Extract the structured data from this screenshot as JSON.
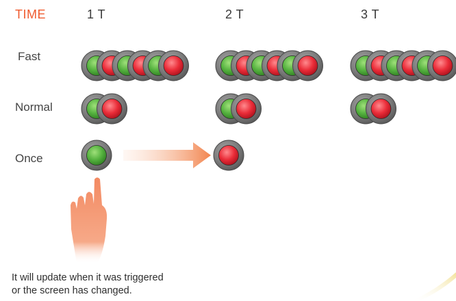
{
  "header": {
    "time_label": "TIME",
    "columns": [
      "1 T",
      "2 T",
      "3 T"
    ]
  },
  "rows": {
    "fast": {
      "label": "Fast",
      "sequence": [
        "green",
        "red",
        "green",
        "red",
        "green",
        "red"
      ]
    },
    "normal": {
      "label": "Normal",
      "sequence": [
        "green",
        "red"
      ]
    },
    "once": {
      "label": "Once",
      "start": "green",
      "end": "red"
    }
  },
  "footnote": {
    "line1": "It will update when it was triggered",
    "line2": "or the screen has changed."
  },
  "colors": {
    "time_accent": "#ef5a2e",
    "green": "#5cb746",
    "red": "#e8303b",
    "ring": "#7a7a7a",
    "arrow": "#f49a6a",
    "hand": "#f5916a"
  }
}
